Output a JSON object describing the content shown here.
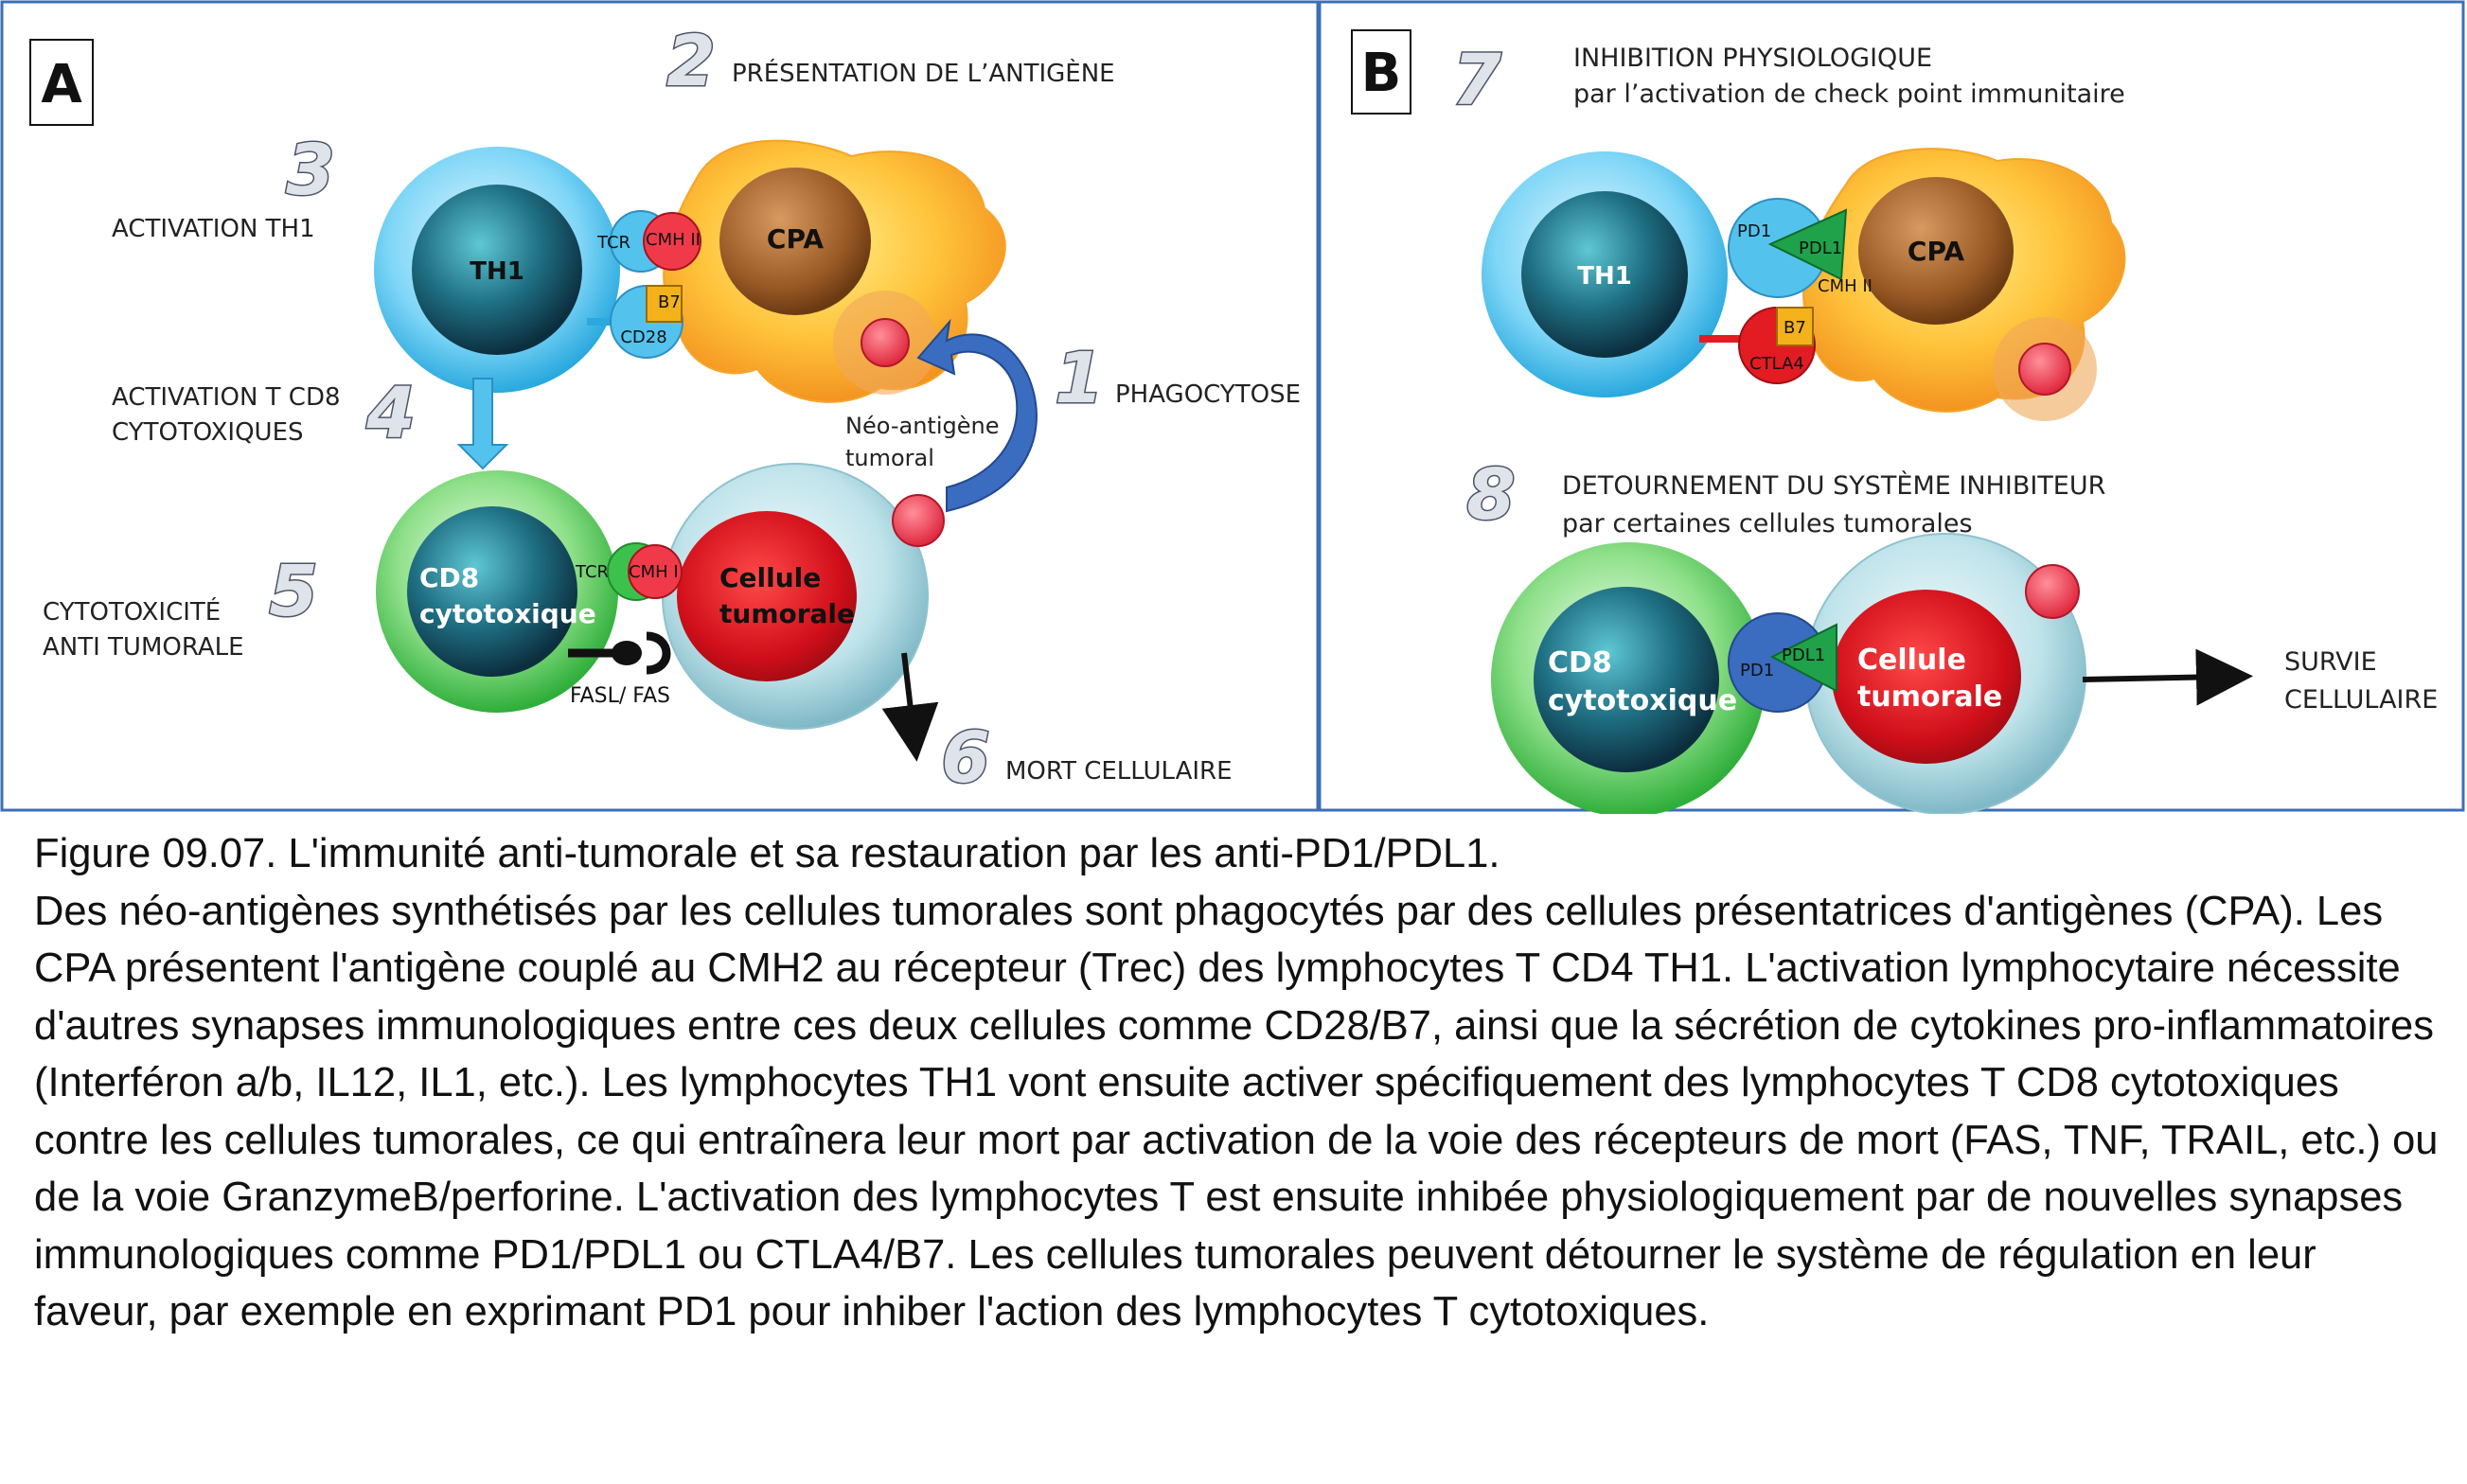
{
  "panel_a": {
    "letter": "A",
    "step2": {
      "num": "2",
      "label": "PRÉSENTATION DE L’ANTIGÈNE"
    },
    "step3": {
      "num": "3",
      "label": "ACTIVATION  TH1"
    },
    "step4": {
      "num": "4",
      "label_line1": "ACTIVATION T CD8",
      "label_line2": "CYTOTOXIQUES"
    },
    "step5": {
      "num": "5",
      "label_line1": "CYTOTOXICITÉ",
      "label_line2": "ANTI TUMORALE"
    },
    "step1": {
      "num": "1",
      "label": "PHAGOCYTOSE"
    },
    "step6": {
      "num": "6",
      "label": "MORT CELLULAIRE"
    },
    "neo_antigen_line1": "Néo-antigène",
    "neo_antigen_line2": "tumoral",
    "cells": {
      "th1": "TH1",
      "cpa": "CPA",
      "cd8_line1": "CD8",
      "cd8_line2": "cytotoxique",
      "tumor_line1": "Cellule",
      "tumor_line2": "tumorale"
    },
    "receptors": {
      "tcr_top": "TCR",
      "cmh2": "CMH II",
      "b7": "B7",
      "cd28": "CD28",
      "tcr_bottom": "TCR",
      "cmh1": "CMH I",
      "fasl_fas": "FASL/ FAS"
    }
  },
  "panel_b": {
    "letter": "B",
    "step7": {
      "num": "7",
      "label_line1": "INHIBITION  PHYSIOLOGIQUE",
      "label_line2": "par  l’activation de check point immunitaire"
    },
    "step8": {
      "num": "8",
      "label_line1": "DETOURNEMENT DU SYSTÈME INHIBITEUR",
      "label_line2": "par certaines cellules tumorales"
    },
    "survival_line1": "SURVIE",
    "survival_line2": "CELLULAIRE",
    "cells": {
      "th1": "TH1",
      "cpa": "CPA",
      "cd8_line1": "CD8",
      "cd8_line2": "cytotoxique",
      "tumor_line1": "Cellule",
      "tumor_line2": "tumorale"
    },
    "receptors": {
      "pd1_top": "PD1",
      "pdl1_top": "PDL1",
      "cmh2": "CMH II",
      "b7": "B7",
      "ctla4": "CTLA4",
      "pd1_bottom": "PD1",
      "pdl1_bottom": "PDL1"
    }
  },
  "caption": {
    "title": "Figure 09.07. L'immunité anti-tumorale et sa restauration par les anti-PD1/PDL1.",
    "body": "Des néo-antigènes synthétisés par les cellules tumorales sont phagocytés par des cellules présentatrices d'antigènes (CPA). Les CPA présentent l'antigène couplé au CMH2 au récepteur (Trec) des lymphocytes T CD4 TH1. L'activation lymphocytaire nécessite d'autres synapses immunologiques entre ces deux cellules comme CD28/B7, ainsi que la sécrétion de cytokines pro-inflammatoires (Interféron a/b, IL12, IL1, etc.). Les lymphocytes TH1 vont ensuite activer spécifiquement des lymphocytes T CD8 cytotoxiques contre les cellules tumorales, ce qui entraînera leur mort par activation de la voie des récepteurs de mort (FAS, TNF, TRAIL, etc.) ou de la voie GranzymeB/perforine. L'activation des lymphocytes T est ensuite inhibée physiologiquement par de nouvelles synapses immunologiques comme PD1/PDL1 ou CTLA4/B7. Les cellules tumorales peuvent détourner le système de régulation en leur faveur, par exemple en exprimant PD1 pour inhiber l'action des lymphocytes T cytotoxiques."
  }
}
